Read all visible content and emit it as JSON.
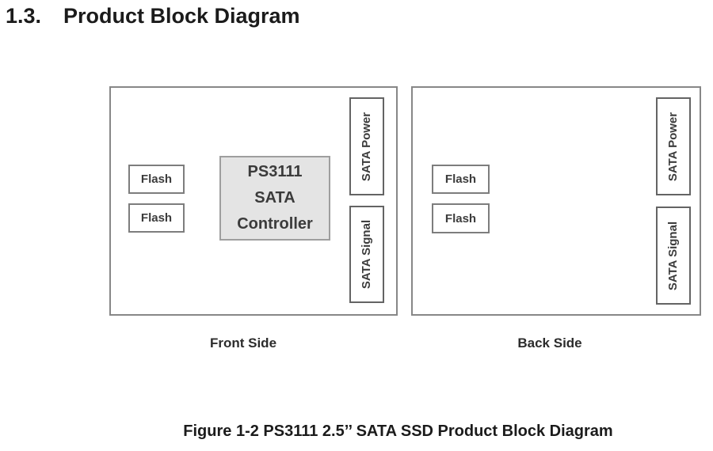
{
  "heading": {
    "number": "1.3.",
    "title": "Product Block Diagram"
  },
  "boards": {
    "front": {
      "label": "Front Side",
      "flash1": "Flash",
      "flash2": "Flash",
      "controller": {
        "line1": "PS3111",
        "line2": "SATA",
        "line3": "Controller"
      },
      "sata_power": "SATA Power",
      "sata_signal": "SATA Signal"
    },
    "back": {
      "label": "Back Side",
      "flash1": "Flash",
      "flash2": "Flash",
      "sata_power": "SATA Power",
      "sata_signal": "SATA Signal"
    }
  },
  "caption": "Figure 1-2 PS3111 2.5’’ SATA SSD Product Block Diagram",
  "colors": {
    "board_border": "#878787",
    "chip_border": "#7d7d7d",
    "connector_border": "#646464",
    "controller_fill": "#e4e4e4",
    "controller_border": "#9e9e9e",
    "diagram_text": "#3c3c3c",
    "heading_text": "#1b1b1b"
  }
}
